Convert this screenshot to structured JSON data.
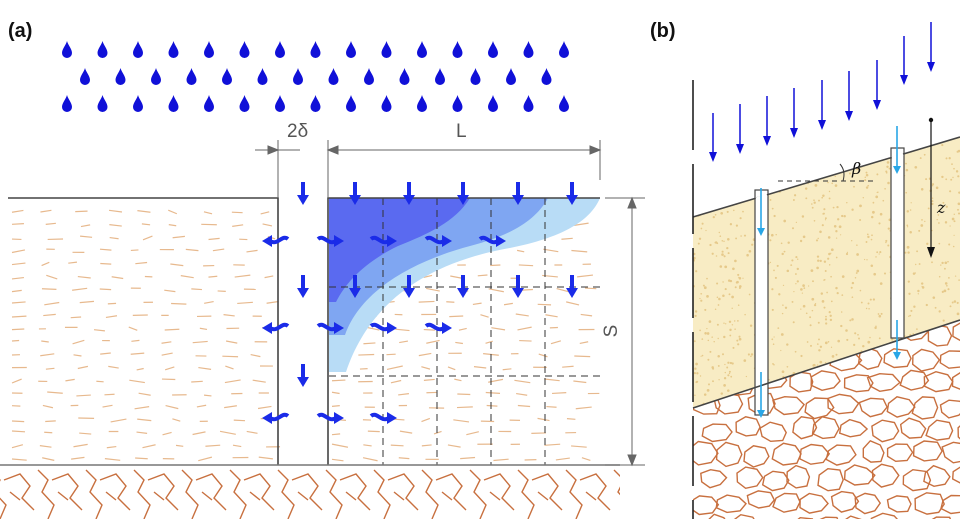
{
  "panel_a": {
    "label": "(a)",
    "gap_label": "2δ",
    "length_label": "L",
    "depth_label": "S"
  },
  "panel_b": {
    "label": "(b)",
    "angle_label": "β",
    "depth_label": "z"
  },
  "colors": {
    "rain": "#1010d8",
    "flow_arrow": "#1a2be8",
    "wet_dark": "#5a6af0",
    "wet_mid": "#7fa6f2",
    "wet_light": "#b8dcf6",
    "soil_dash": "#e7b98e",
    "rock_line": "#c8703f",
    "sand_fill": "#f8ecc4",
    "crack_arrow": "#29a6e6",
    "dim_line": "#666666"
  },
  "icons": [
    "raindrop-icon",
    "down-arrow-icon",
    "wavy-right-arrow-icon",
    "wavy-left-arrow-icon"
  ]
}
